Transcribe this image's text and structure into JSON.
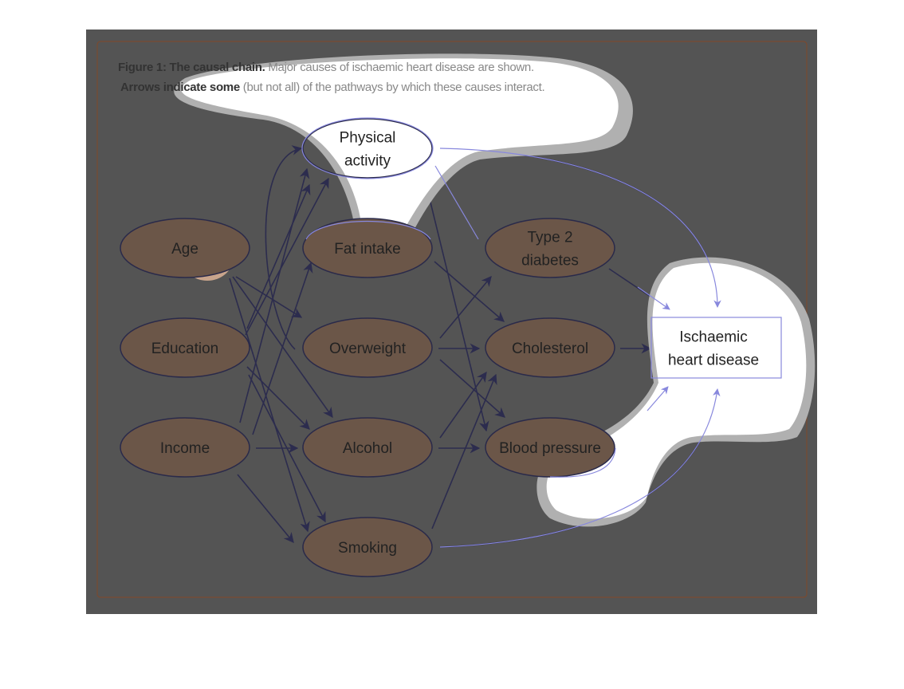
{
  "caption": {
    "line1_bold": "Figure 1: The causal chain.",
    "line1_rest": "Major causes of ischaemic heart disease are shown.",
    "line2_bold": "Arrows indicate some",
    "line2_rest": "(but not all) of the pathways by which these causes interact."
  },
  "colors": {
    "panel": "#545454",
    "panel_border": "#7a4a30",
    "node_fill": "#6b5648",
    "node_stroke": "#2a2a4a",
    "arrow": "#2c2c4e",
    "highlight_stroke": "#8888dd",
    "blob_fill": "#ffffff",
    "blob_halo": "#b0b0b0",
    "text": "#222222",
    "caption_text": "#333333",
    "caption_faint": "#888888"
  },
  "nodes": [
    {
      "id": "age",
      "lines": [
        "Age"
      ]
    },
    {
      "id": "education",
      "lines": [
        "Education"
      ]
    },
    {
      "id": "income",
      "lines": [
        "Income"
      ]
    },
    {
      "id": "physical",
      "lines": [
        "Physical",
        "activity"
      ]
    },
    {
      "id": "fat",
      "lines": [
        "Fat intake"
      ]
    },
    {
      "id": "overweight",
      "lines": [
        "Overweight"
      ]
    },
    {
      "id": "alcohol",
      "lines": [
        "Alcohol"
      ]
    },
    {
      "id": "smoking",
      "lines": [
        "Smoking"
      ]
    },
    {
      "id": "diabetes",
      "lines": [
        "Type 2",
        "diabetes"
      ]
    },
    {
      "id": "cholesterol",
      "lines": [
        "Cholesterol"
      ]
    },
    {
      "id": "bp",
      "lines": [
        "Blood pressure"
      ]
    },
    {
      "id": "ihd",
      "lines": [
        "Ischaemic",
        "heart disease"
      ]
    }
  ]
}
